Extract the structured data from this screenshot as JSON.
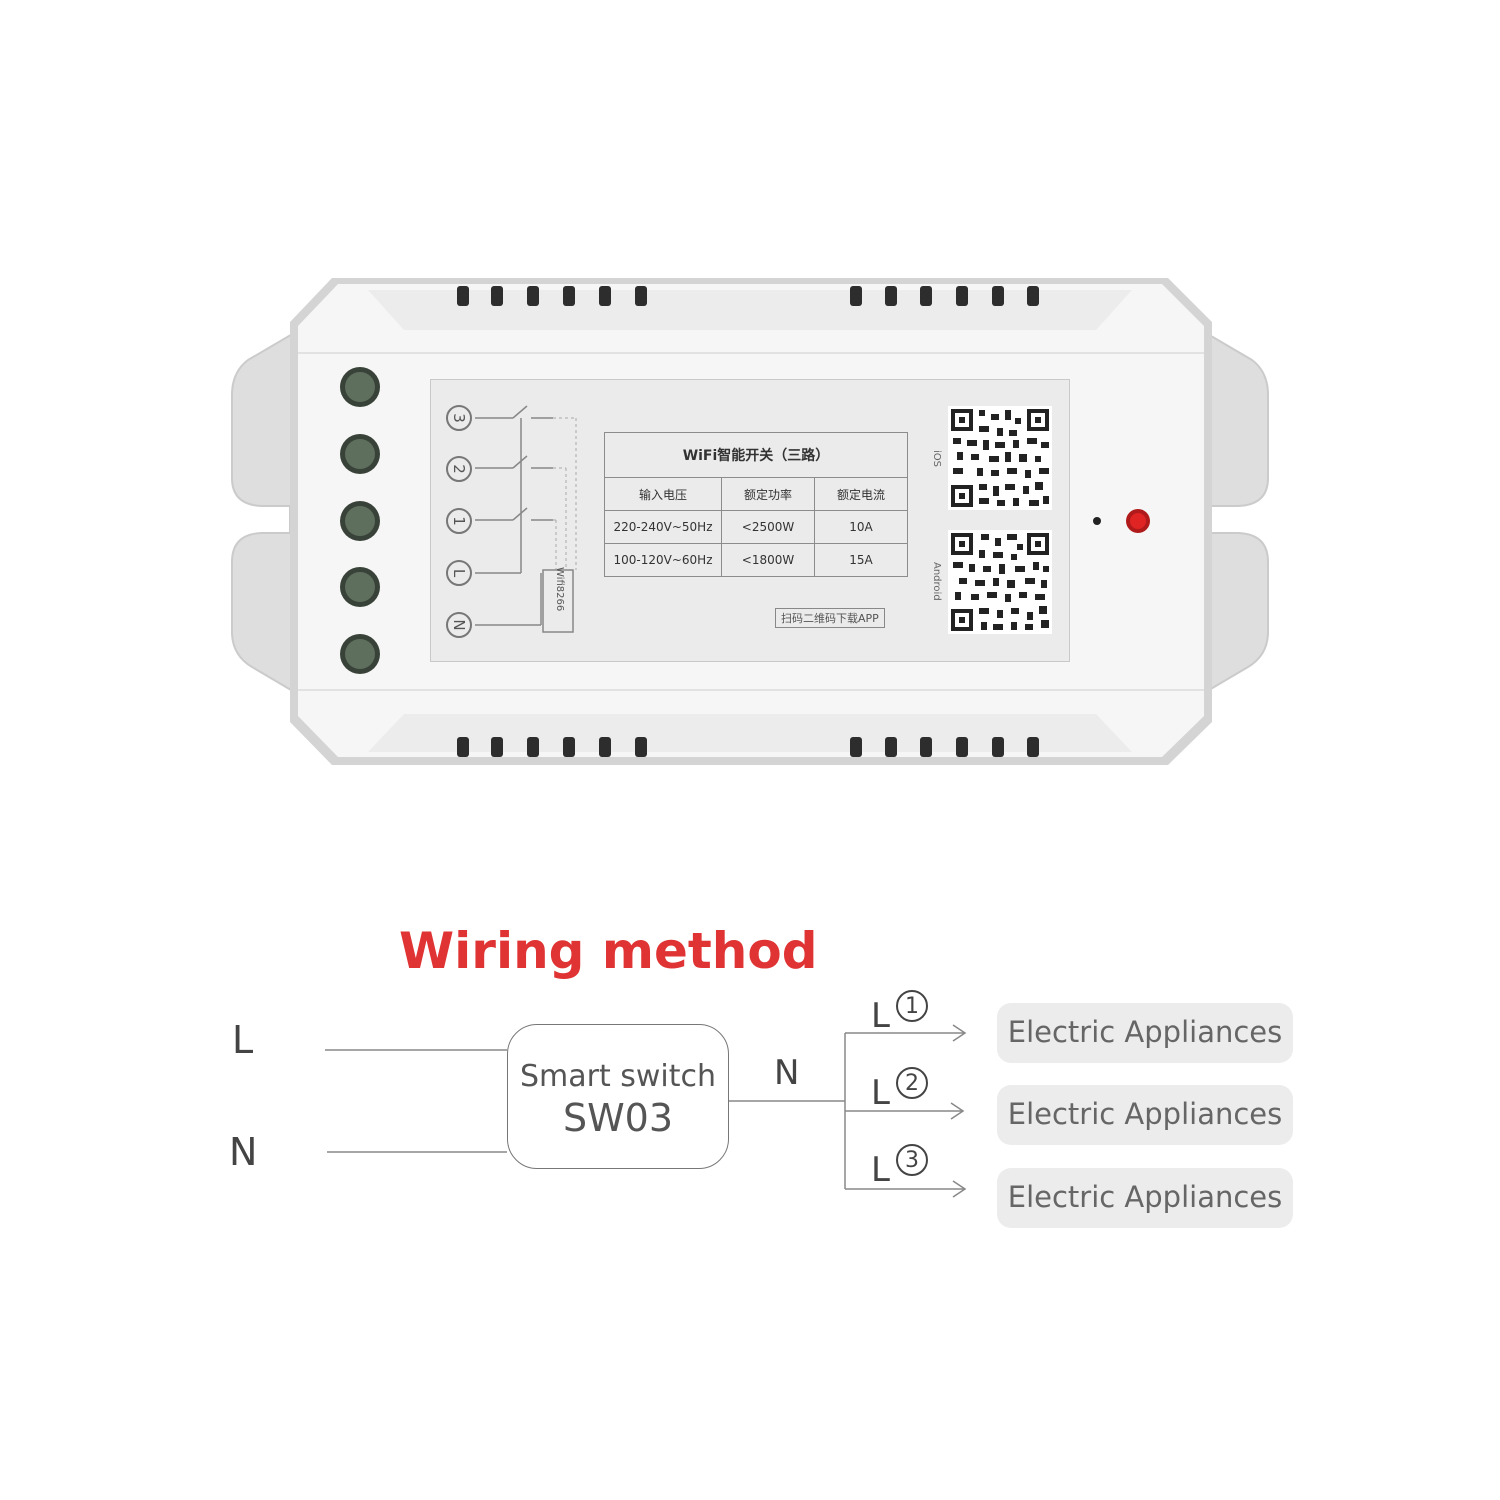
{
  "device": {
    "spec_title": "WiFi智能开关（三路）",
    "spec_headers": [
      "输入电压",
      "额定功率",
      "额定电流"
    ],
    "spec_rows": [
      [
        "220-240V~50Hz",
        "<2500W",
        "10A"
      ],
      [
        "100-120V~60Hz",
        "<1800W",
        "15A"
      ]
    ],
    "terminals": [
      "3",
      "2",
      "1",
      "L",
      "N"
    ],
    "module": "Wifi8266",
    "os_labels": [
      "iOS",
      "Android"
    ],
    "scan_label": "扫码二维码下载APP",
    "colors": {
      "body": "#f2f2f2",
      "led": "#e02424",
      "terminal": "#5b6b5b"
    }
  },
  "wiring": {
    "title": "Wiring method",
    "input_l": "L",
    "input_n": "N",
    "switch_name": "Smart switch",
    "switch_model": "SW03",
    "output_n": "N",
    "outputs": [
      {
        "line": "L",
        "num": "1",
        "appliance": "Electric Appliances"
      },
      {
        "line": "L",
        "num": "2",
        "appliance": "Electric Appliances"
      },
      {
        "line": "L",
        "num": "3",
        "appliance": "Electric Appliances"
      }
    ],
    "colors": {
      "title": "#e03333",
      "line": "#888888",
      "appliance_bg": "#ececec"
    }
  }
}
